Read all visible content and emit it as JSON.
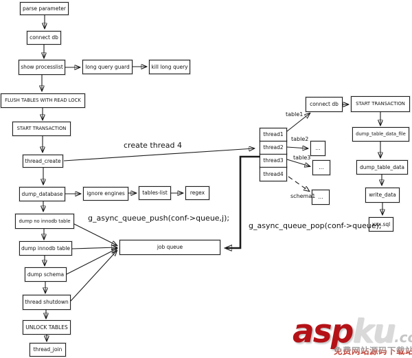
{
  "diagram": {
    "nodes": {
      "parse_parameter": "parse parameter",
      "connect_db": "connect db",
      "show_processlist": "show processlist",
      "long_query_guard": "long query guard",
      "kill_long_query": "kill long query",
      "flush_tables": "FLUSH TABLES WITH READ LOCK",
      "start_transaction": "START TRANSACTION",
      "thread_create": "thread_create",
      "dump_database": "dump_database",
      "ignore_engines": "ignore engines",
      "tables_list": "tables-list",
      "regex": "regex",
      "dump_no_innodb": "dump no innodb table",
      "dump_innodb": "dump innodb table",
      "dump_schema": "dump schema",
      "thread_shutdown": "thread shutdown",
      "unlock_tables": "UNLOCK TABLES",
      "thread_join": "thread_join",
      "job_queue": "job queue",
      "thread1": "thread1",
      "thread2": "thread2",
      "thread3": "thread3",
      "thread4": "thread4",
      "connect_db2": "connect db",
      "start_transaction2": "START TRANSACTION",
      "dump_table_data_file": "dump_table_data_file",
      "dump_table_data": "dump_table_data",
      "write_data": "write_data",
      "xxx_sql": "xxx.sql",
      "ellipsis1": "...",
      "ellipsis2": "...",
      "ellipsis3": "..."
    },
    "labels": {
      "create_thread_4": "create thread 4",
      "queue_push": "g_async_queue_push(conf->queue,j);",
      "queue_pop": "g_async_queue_pop(conf->queue);",
      "table1": "table1",
      "table2": "table2",
      "table3": "table3",
      "schema1": "schema1"
    },
    "line_color": "#1a1a1a"
  },
  "watermark": {
    "asp": "asp",
    "ku": "ku",
    "dotcom": ".com",
    "tagline": "免费网站源码下载站!",
    "asp_color": "#b41217",
    "ku_color": "#d9d9d9",
    "com_color": "#c6c6c6"
  }
}
